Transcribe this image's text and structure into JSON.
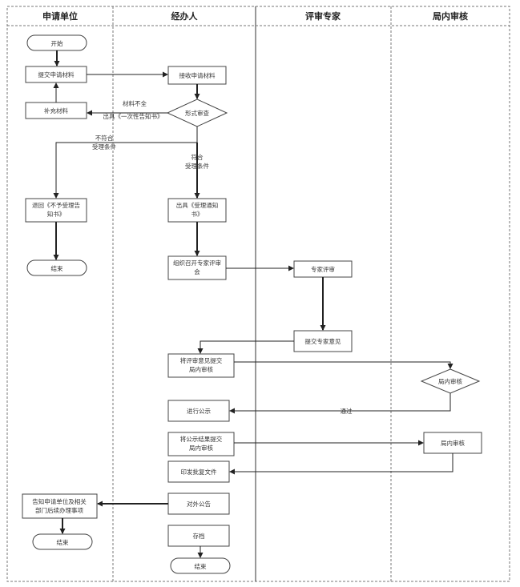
{
  "lanes": [
    "申请单位",
    "经办人",
    "评审专家",
    "局内审核"
  ],
  "nodes": {
    "start": "开始",
    "submit": "提交申请材料",
    "supplement": "补充材料",
    "receive": "接收申请材料",
    "formal_review": "形式审查",
    "return_notice": "退回《不予受理告知书》",
    "end_left1": "结束",
    "accept_notice": "出具《受理通知书》",
    "organize_experts": "组织召开专家评审会",
    "expert_review": "专家评审",
    "expert_opinion": "提交专家意见",
    "submit_internal": "将评审意见提交局内审核",
    "internal_review": "局内审核",
    "publicity": "进行公示",
    "publicity_result": "将公示结果提交局内审核",
    "internal_audit": "局内审核",
    "issue_doc": "印发批复文件",
    "announce": "对外公告",
    "notify": "告知申请单位及相关部门后续办理事项",
    "end_left2": "结束",
    "archive": "存档",
    "end_mid": "结束"
  },
  "edges": {
    "incomplete": "材料不全，出具《一次性告知书》",
    "not_meet": "不符合受理条件",
    "meet": "符合受理条件",
    "pass": "通过"
  }
}
